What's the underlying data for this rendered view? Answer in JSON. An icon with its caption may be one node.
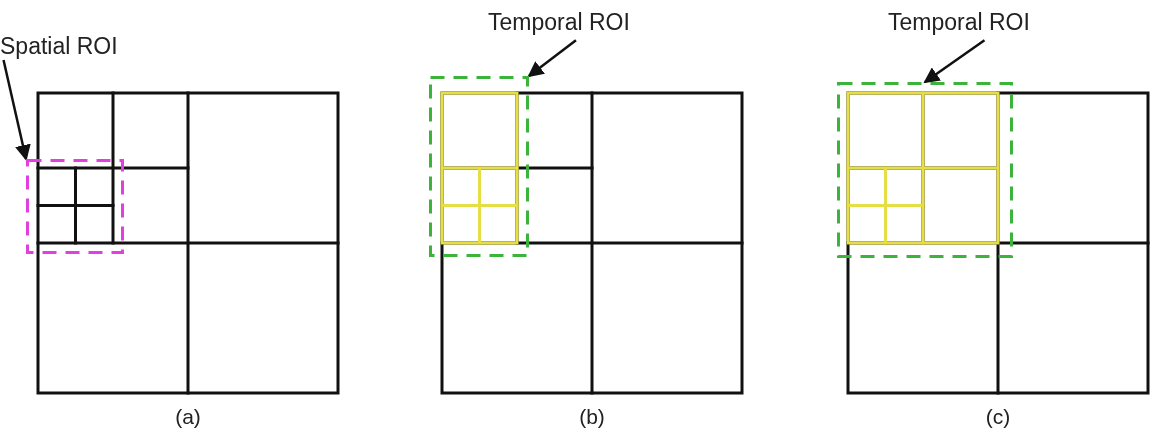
{
  "diagram": {
    "nodes": [
      {
        "text": [
          "Spatial ROI"
        ]
      },
      {
        "text": [
          "Temporal ROI"
        ]
      },
      {
        "text": [
          "Temporal ROI"
        ]
      },
      {
        "text": [],
        "shape": "box"
      },
      {
        "text": [],
        "shape": "box"
      },
      {
        "text": [],
        "shape": "box"
      }
    ],
    "edges": [
      {
        "from": 0,
        "to": 3,
        "arrow": "to"
      },
      {
        "from": 1,
        "to": 4,
        "arrow": "to"
      },
      {
        "from": 2,
        "to": 5,
        "arrow": "to"
      }
    ],
    "labels": [
      "(a)",
      "(b)",
      "(c)"
    ]
  }
}
